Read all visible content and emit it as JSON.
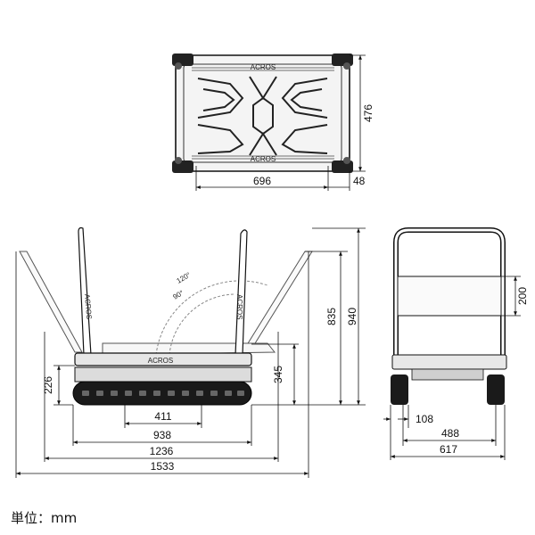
{
  "unit_label": "単位：mm",
  "top_view": {
    "width": "696",
    "depth": "476",
    "corner": "48"
  },
  "side_view": {
    "angle_outer": "120°",
    "angle_inner": "90°",
    "deck_height": "226",
    "handle_low": "345",
    "handle_mid": "835",
    "handle_high": "940",
    "wheelbase": "411",
    "deck_length": "938",
    "length_mid": "1236",
    "length_max": "1533"
  },
  "front_view": {
    "handle_band": "200",
    "wheel_width": "108",
    "wheel_track": "488",
    "overall_width": "617"
  },
  "brand_marks": [
    "ACROS",
    "ACROS",
    "ACROS",
    "ACROS",
    "ACROS"
  ]
}
